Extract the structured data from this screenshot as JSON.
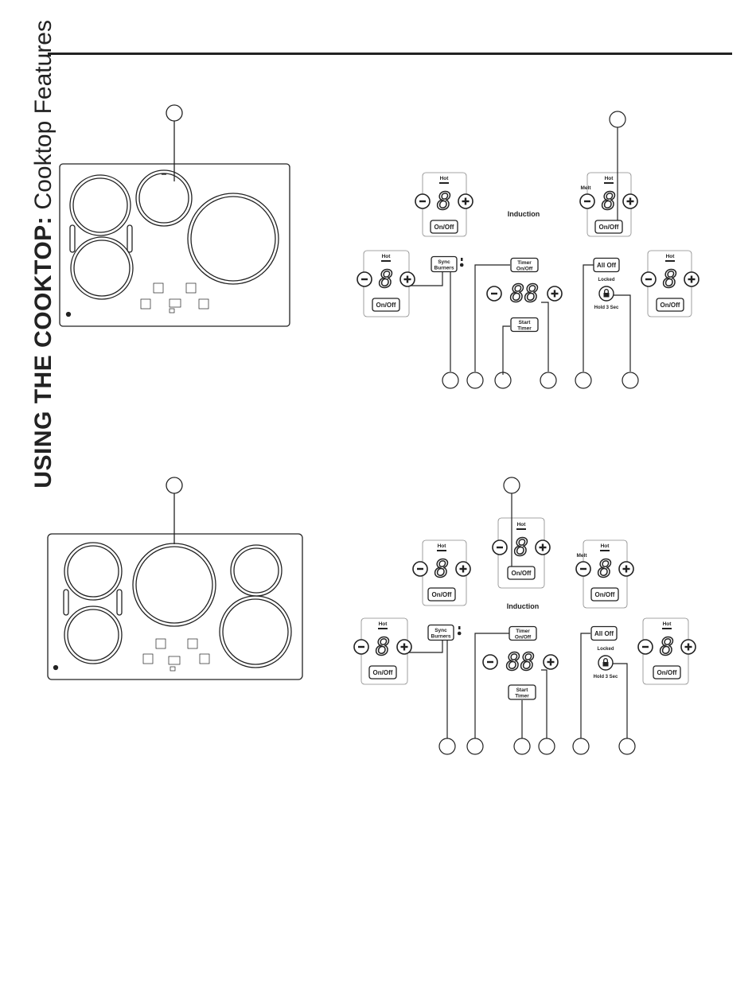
{
  "header": {
    "section_bold": "USING THE COOKTOP:",
    "section_light": "Cooktop Features"
  },
  "controls": {
    "hot": "Hot",
    "melt": "Melt",
    "induction": "Induction",
    "on_off": "On/Off",
    "sync_line1": "Sync",
    "sync_line2": "Burners",
    "timer_line1": "Timer",
    "timer_line2": "On/Off",
    "start_line1": "Start",
    "start_line2": "Timer",
    "all_off": "All Off",
    "locked": "Locked",
    "hold": "Hold 3 Sec",
    "digit": "8",
    "timer_digits": "88",
    "minus": "-",
    "plus": "+"
  },
  "colors": {
    "ink": "#222222",
    "background": "#ffffff"
  }
}
